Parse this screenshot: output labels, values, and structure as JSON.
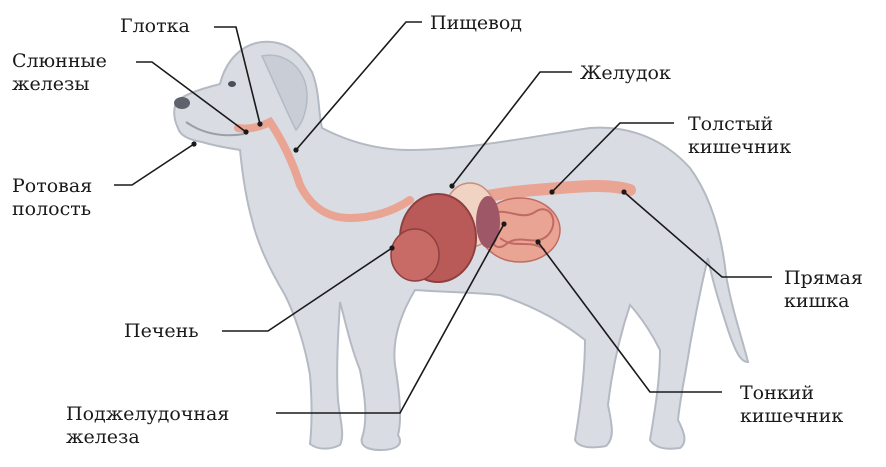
{
  "colors": {
    "dog_fill": "#d9dde3",
    "dog_outline": "#b4bac3",
    "organ_pink": "#e9a493",
    "organ_dark": "#c06a63",
    "liver": "#b95a58",
    "leader": "#1a1a1a"
  },
  "labels": {
    "pharynx": "Глотка",
    "esophagus": "Пищевод",
    "salivary_1": "Слюнные",
    "salivary_2": "железы",
    "stomach": "Желудок",
    "large_int_1": "Толстый",
    "large_int_2": "кишечник",
    "mouth_1": "Ротовая",
    "mouth_2": "полость",
    "rectum_1": "Прямая",
    "rectum_2": "кишка",
    "liver": "Печень",
    "small_int_1": "Тонкий",
    "small_int_2": "кишечник",
    "pancreas_1": "Поджелудочная",
    "pancreas_2": "железа"
  }
}
